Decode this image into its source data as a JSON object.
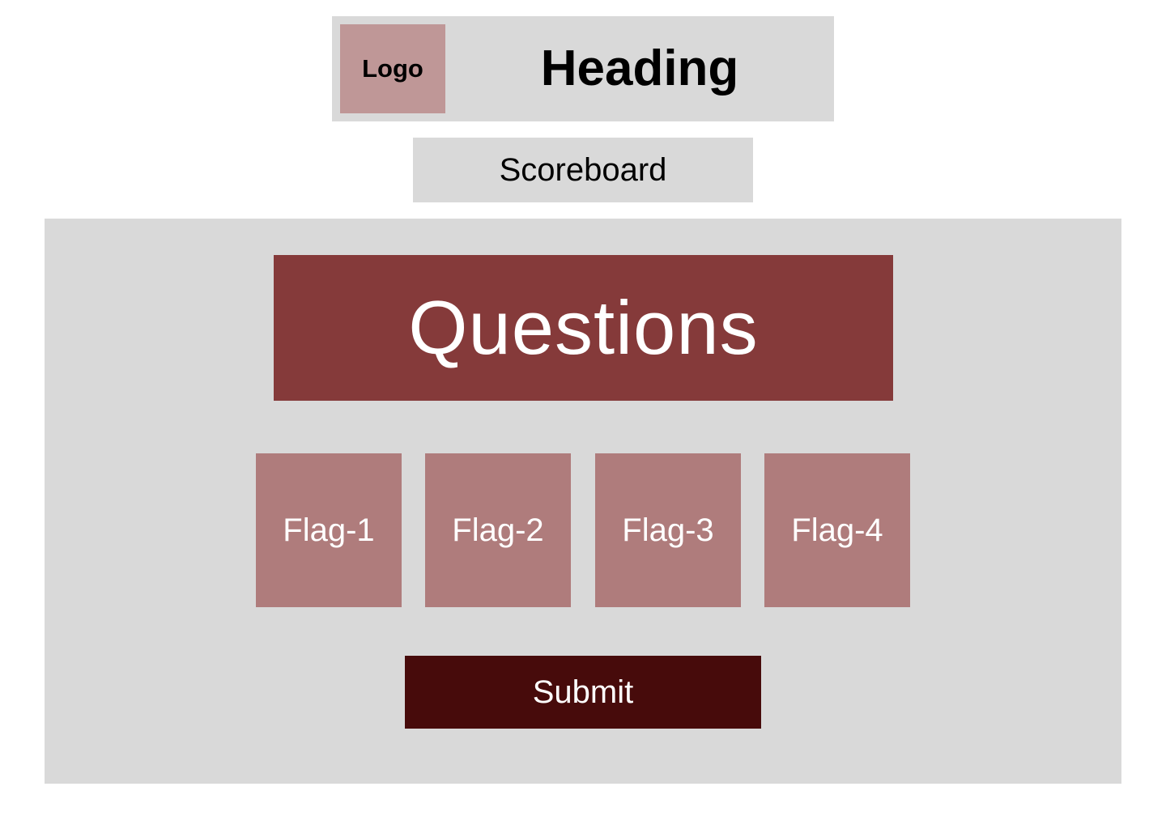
{
  "header": {
    "logo_label": "Logo",
    "heading": "Heading"
  },
  "nav": {
    "scoreboard_label": "Scoreboard"
  },
  "main": {
    "questions_label": "Questions",
    "flags": [
      {
        "label": "Flag-1"
      },
      {
        "label": "Flag-2"
      },
      {
        "label": "Flag-3"
      },
      {
        "label": "Flag-4"
      }
    ],
    "submit_label": "Submit"
  },
  "colors": {
    "header_background": "#d9d9d9",
    "logo_background": "#bf9797",
    "questions_background": "#853a3a",
    "flag_background": "#af7c7c",
    "submit_background": "#470b0b"
  }
}
